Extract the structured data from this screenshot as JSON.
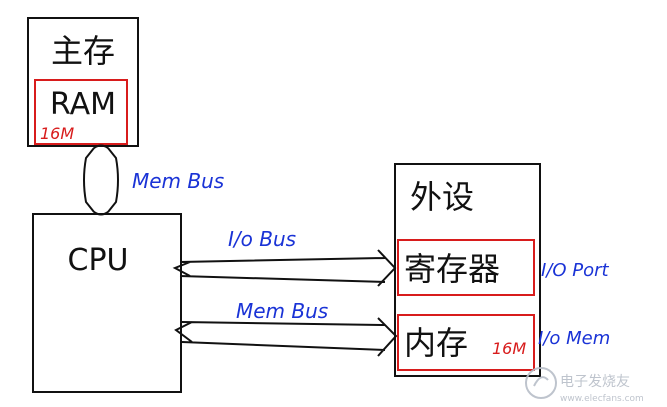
{
  "main_memory": {
    "title": "主存",
    "ram_label": "RAM",
    "ram_size": "16M"
  },
  "cpu": {
    "label": "CPU"
  },
  "peripheral": {
    "title": "外设",
    "register_label": "寄存器",
    "memory_label": "内存",
    "memory_size": "16M"
  },
  "annotations": {
    "mem_bus_top": "Mem Bus",
    "io_bus": "I/o Bus",
    "mem_bus_bottom": "Mem Bus",
    "io_port": "I/O Port",
    "io_mem": "I/o Mem"
  },
  "watermark": {
    "text": "电子发烧友",
    "url": "www.elecfans.com"
  },
  "colors": {
    "ink_blue": "#1a33d6",
    "ink_red": "#d81c1c",
    "line": "#111111"
  }
}
